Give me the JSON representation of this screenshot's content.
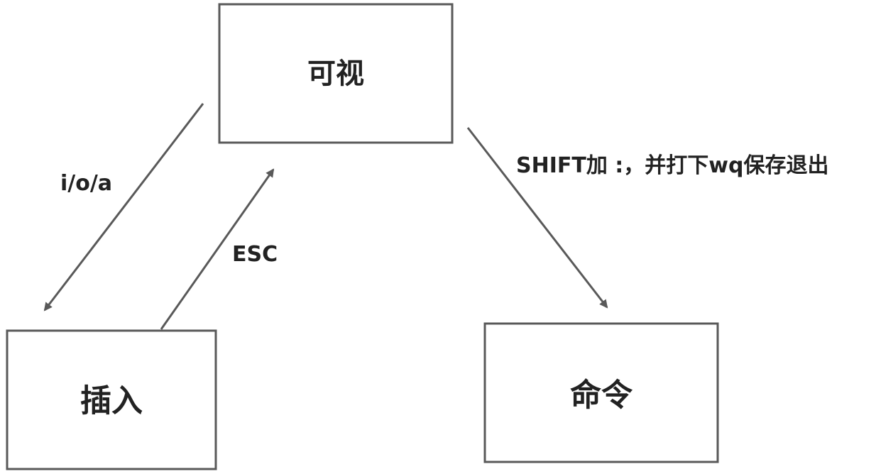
{
  "nodes": {
    "visual": {
      "label": "可视"
    },
    "insert": {
      "label": "插入"
    },
    "command": {
      "label": "命令"
    }
  },
  "edges": {
    "visual_to_insert": {
      "label": "i/o/a"
    },
    "insert_to_visual": {
      "label": "ESC"
    },
    "visual_to_command": {
      "label": "SHIFT加 :，并打下wq保存退出"
    }
  },
  "colors": {
    "stroke": "#595959",
    "text": "#222222",
    "background": "#ffffff"
  }
}
